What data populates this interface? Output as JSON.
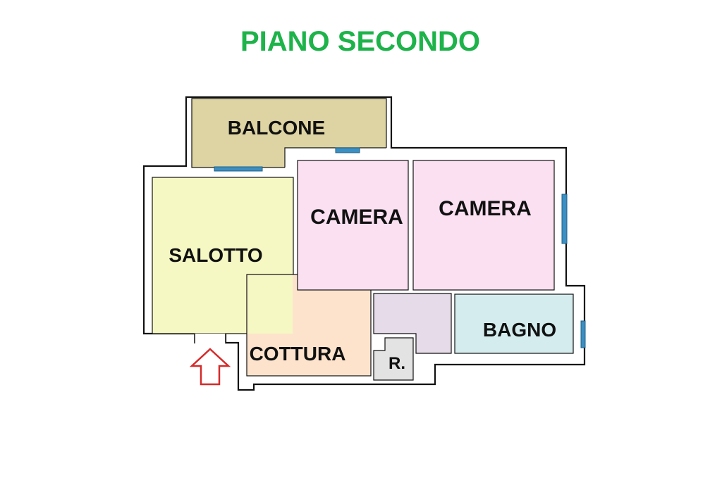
{
  "title": "PIANO SECONDO",
  "rooms": {
    "balcone": {
      "label": "BALCONE",
      "color": "#ddd3a3"
    },
    "salotto": {
      "label": "SALOTTO",
      "color": "#f6f8c4"
    },
    "camera_1": {
      "label": "CAMERA",
      "color": "#fbe0f2"
    },
    "camera_2": {
      "label": "CAMERA",
      "color": "#fbe0f2"
    },
    "cottura": {
      "label": "COTTURA",
      "color": "#fde3cc"
    },
    "disimpegno": {
      "label": "",
      "color": "#e5dbe9"
    },
    "ripostiglio": {
      "label": "R.",
      "color": "#e3e3e3"
    },
    "bagno": {
      "label": "BAGNO",
      "color": "#d5ecee"
    }
  },
  "entrance": {
    "icon": "entrance-arrow-icon",
    "color": "#d62a2a"
  },
  "colors": {
    "title": "#1db34a",
    "wall": "#111111",
    "window": "#3b8fc2"
  }
}
